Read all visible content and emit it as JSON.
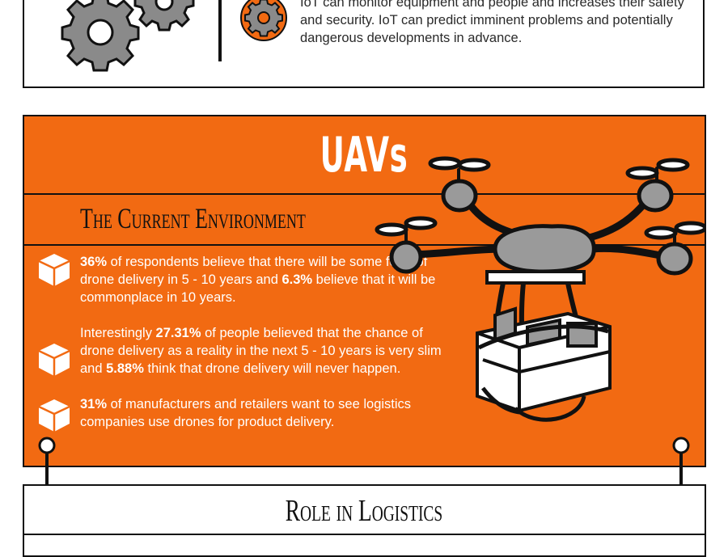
{
  "iot": {
    "text": "IoT can monitor equipment and people and increases their safety and security.  IoT can predict imminent problems and potentially dangerous developments in advance.",
    "icons": [
      "gears-icon",
      "gear-circle-icon"
    ]
  },
  "uav": {
    "title": "UAVs",
    "heading": "The Current Environment",
    "colors": {
      "panel": "#f26a12",
      "outline": "#111111"
    },
    "facts": [
      {
        "parts": [
          {
            "t": "36%",
            "b": true
          },
          {
            "t": " of respondents believe that there will be some form of drone delivery in 5 - 10 years and ",
            "b": false
          },
          {
            "t": "6.3%",
            "b": true
          },
          {
            "t": " believe that it will be commonplace in 10 years.",
            "b": false
          }
        ]
      },
      {
        "parts": [
          {
            "t": "Interestingly ",
            "b": false
          },
          {
            "t": "27.31%",
            "b": true
          },
          {
            "t": " of people believed that the chance of drone delivery as a reality in the next 5 - 10 years is very slim and ",
            "b": false
          },
          {
            "t": "5.88%",
            "b": true
          },
          {
            "t": " think that drone delivery will never happen.",
            "b": false
          }
        ]
      },
      {
        "parts": [
          {
            "t": "31%",
            "b": true
          },
          {
            "t": " of manufacturers and retailers want to see logistics companies use drones for product delivery.",
            "b": false
          }
        ]
      }
    ],
    "illustration": "drone-with-package-icon"
  },
  "role": {
    "title": "Role in Logistics"
  }
}
